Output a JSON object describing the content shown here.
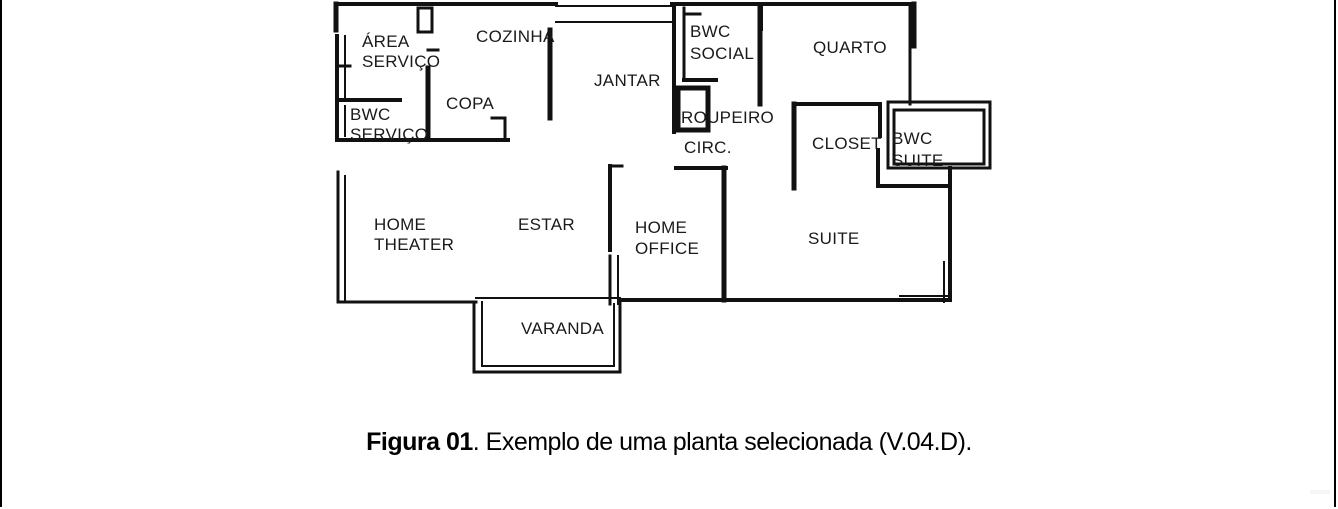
{
  "figure": {
    "caption_bold": "Figura 01",
    "caption_text": ". Exemplo de uma planta selecionada (V.04.D)."
  },
  "rooms": {
    "area_servico_1": "ÁREA",
    "area_servico_2": "SERVIÇO",
    "cozinha": "COZINHA",
    "jantar": "JANTAR",
    "bwc_social_1": "BWC",
    "bwc_social_2": "SOCIAL",
    "quarto": "QUARTO",
    "copa": "COPA",
    "bwc_servico_1": "BWC",
    "bwc_servico_2": "SERVIÇO",
    "roupeiro": "ROUPEIRO",
    "circ": "CIRC.",
    "closet": "CLOSET",
    "bwc_suite_1": "BWC",
    "bwc_suite_2": "SUITE",
    "home_theater_1": "HOME",
    "home_theater_2": "THEATER",
    "estar": "ESTAR",
    "home_office_1": "HOME",
    "home_office_2": "OFFICE",
    "suite": "SUITE",
    "varanda": "VARANDA"
  }
}
